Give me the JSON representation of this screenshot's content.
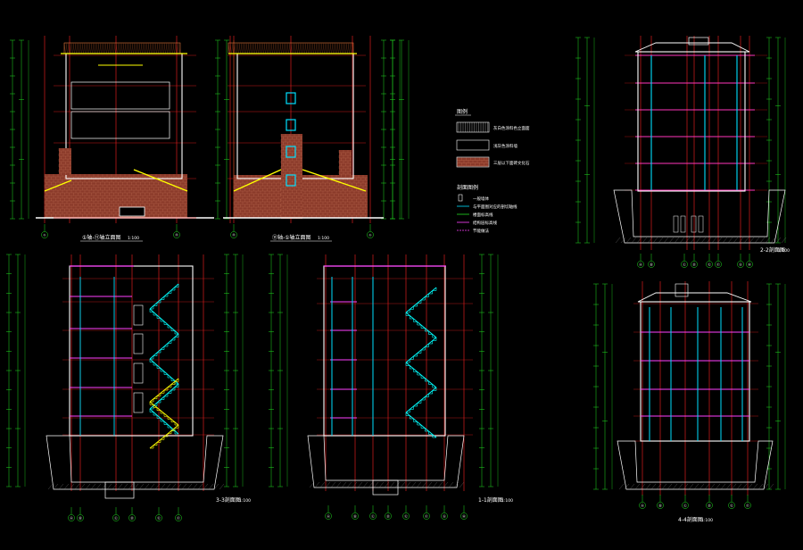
{
  "drawing": {
    "background_color": "#000000",
    "colors": {
      "grid_red": "#ff2020",
      "dim_green": "#22dd22",
      "wall_white": "#ffffff",
      "slab_magenta": "#ff40ff",
      "window_cyan": "#00e0ff",
      "brick_red": "#8b3a2a",
      "roof_yellow": "#ffff00",
      "stair_cyan": "#00ffff"
    }
  },
  "views": {
    "elev_front": {
      "title": "①轴-⑪轴立面图",
      "scale": "1:100"
    },
    "elev_back": {
      "title": "⑪轴-①轴立面图",
      "scale": "1:100"
    },
    "sec_22": {
      "title": "2-2剖面图",
      "scale": "1:100"
    },
    "sec_33": {
      "title": "3-3剖面图",
      "scale": "1:100"
    },
    "sec_11": {
      "title": "1-1剖面图",
      "scale": "1:100"
    },
    "sec_44": {
      "title": "4-4剖面图",
      "scale": "1:100"
    }
  },
  "legend": {
    "title": "图例",
    "materials": [
      {
        "label": "灰白色涂料色立面面"
      },
      {
        "label": "浅灰色涂料墙"
      },
      {
        "label": "三层以下面砖文化石"
      }
    ],
    "lines_title": "剖面图例",
    "lines": [
      {
        "label": "一般墙体",
        "color": "#ffffff"
      },
      {
        "label": "与平面图对应的剖切轴线",
        "color": "#00e0ff"
      },
      {
        "label": "楼面标高线",
        "color": "#22dd22"
      },
      {
        "label": "结构层标高线",
        "color": "#ff40ff"
      },
      {
        "label": "节能做法",
        "color": "#ff40ff"
      }
    ]
  },
  "axes": {
    "front": [
      "①",
      "⑪"
    ],
    "back": [
      "⑪",
      "①"
    ],
    "sec_22": [
      "Ⓐ",
      "Ⓑ",
      "Ⓒ",
      "Ⓓ",
      "Ⓔ",
      "Ⓕ",
      "Ⓖ",
      "Ⓗ"
    ],
    "sec_33": [
      "Ⓐ",
      "Ⓑ",
      "Ⓒ",
      "Ⓓ",
      "Ⓔ",
      "Ⓕ"
    ],
    "sec_11": [
      "Ⓐ",
      "Ⓑ",
      "Ⓒ",
      "Ⓓ",
      "Ⓔ",
      "Ⓕ",
      "Ⓖ",
      "Ⓗ"
    ],
    "sec_44": [
      "Ⓐ",
      "Ⓑ",
      "Ⓒ",
      "Ⓓ",
      "Ⓔ",
      "Ⓕ"
    ]
  }
}
